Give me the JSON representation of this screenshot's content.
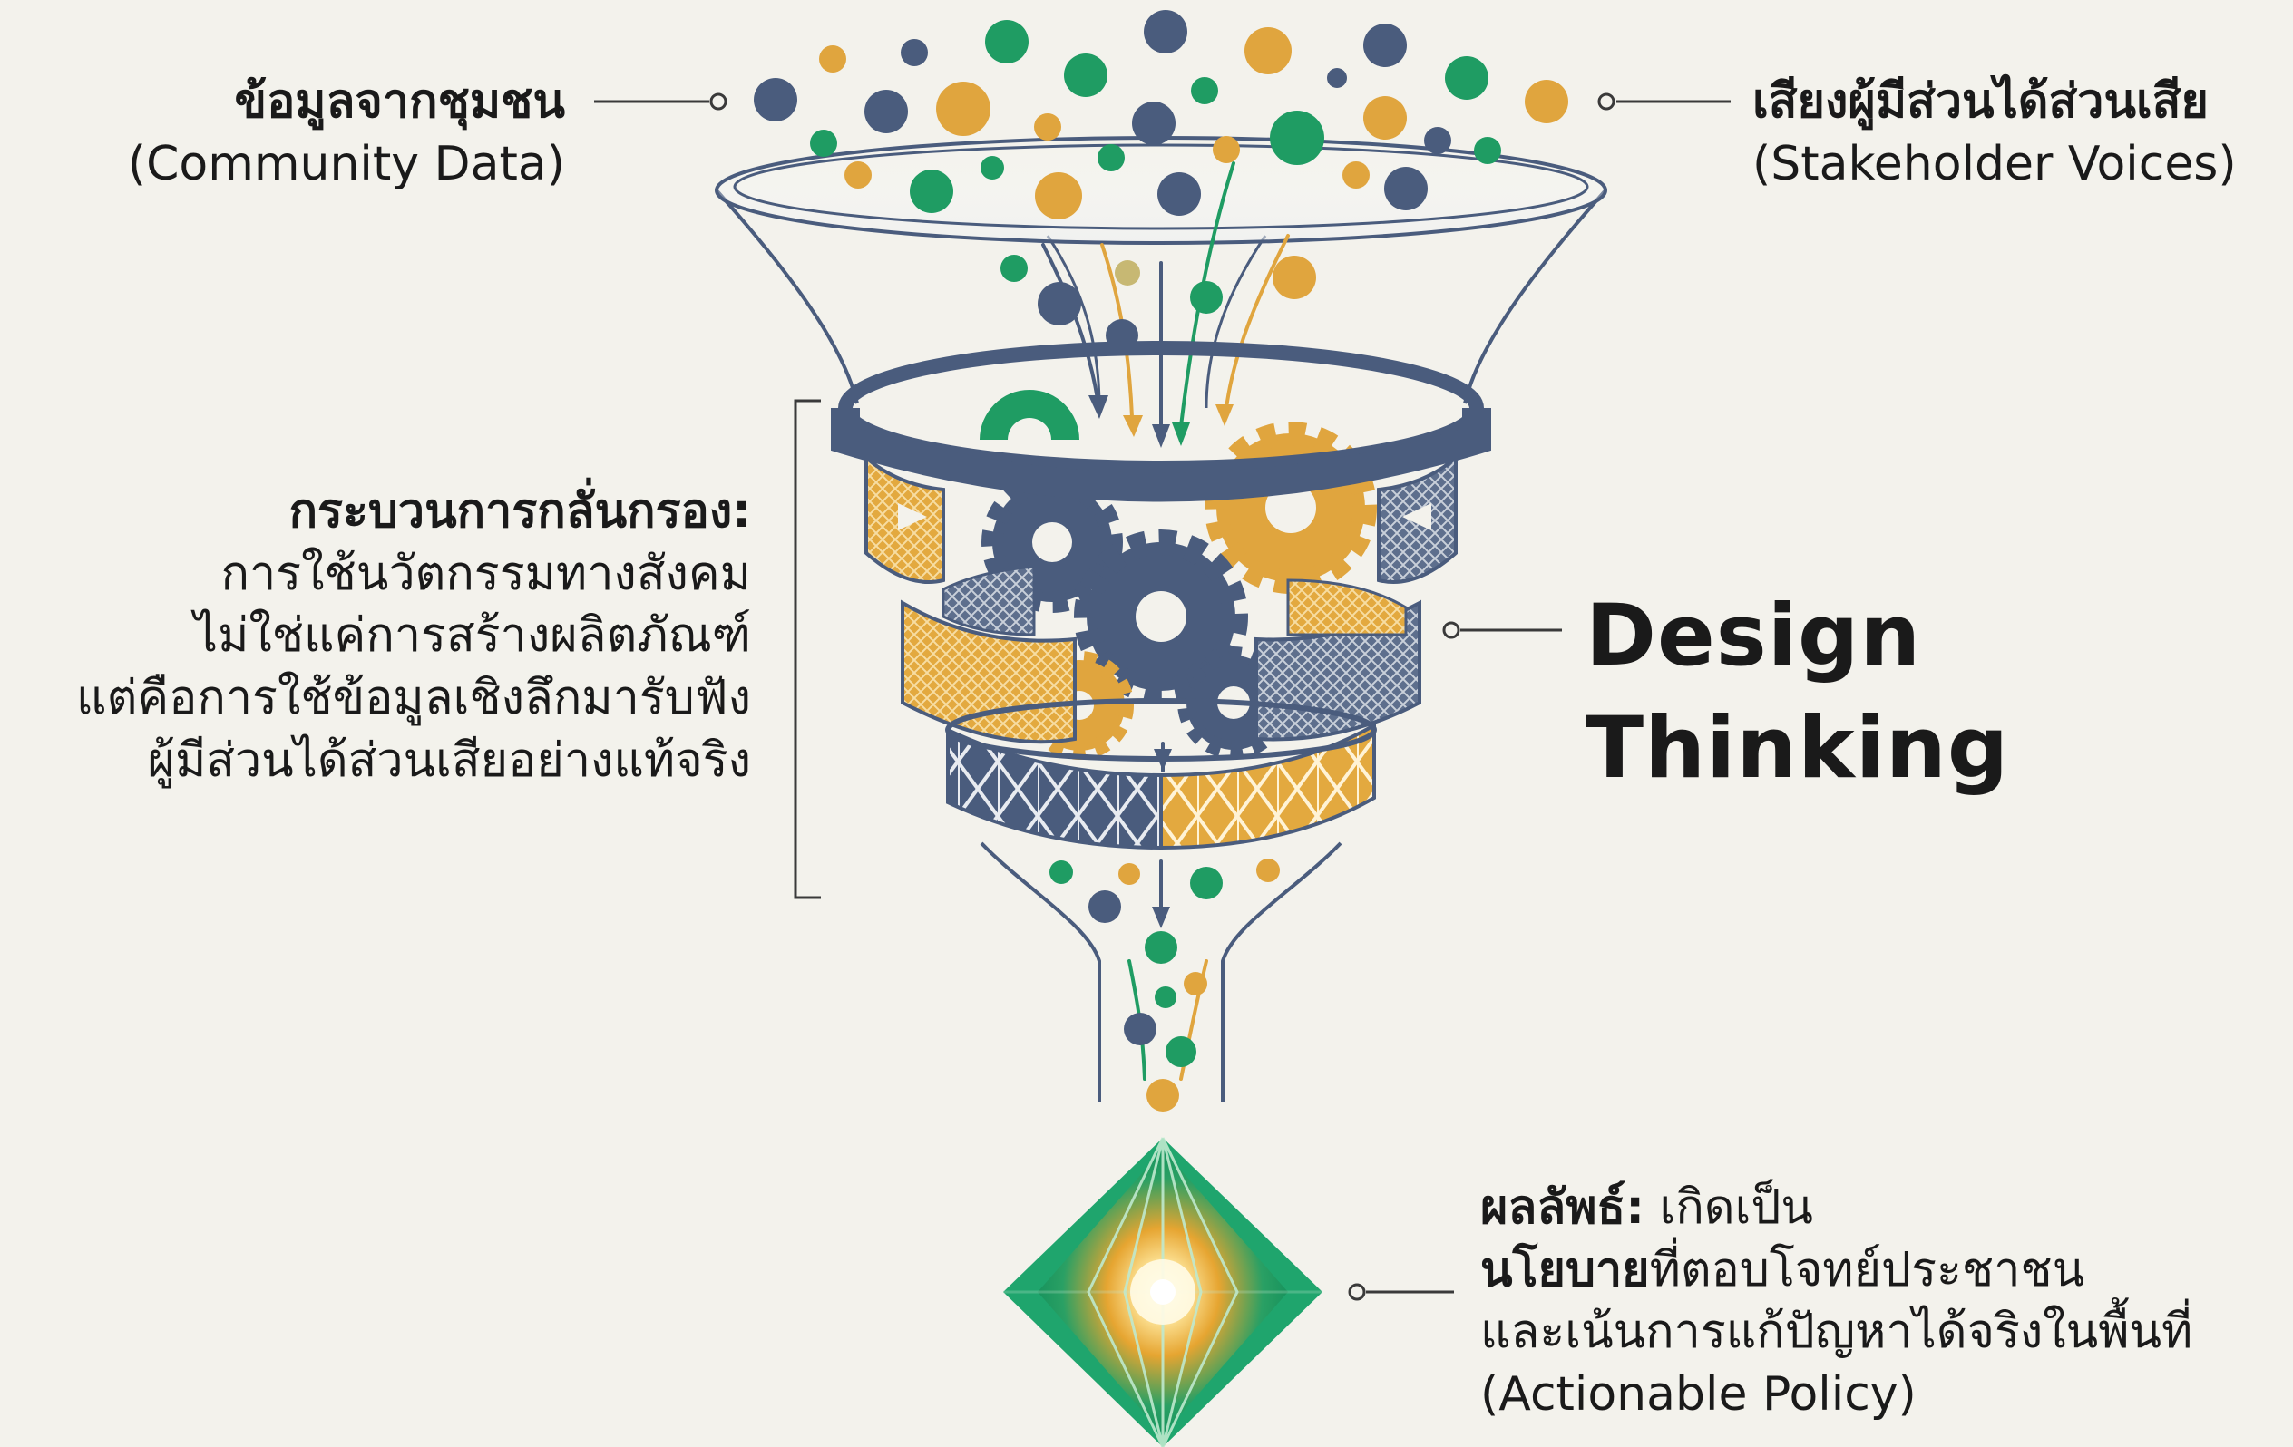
{
  "labels": {
    "community": {
      "title": "ข้อมูลจากชุมชน",
      "subtitle": "(Community Data)"
    },
    "stakeholder": {
      "title": "เสียงผู้มีส่วนได้ส่วนเสีย",
      "subtitle": "(Stakeholder Voices)"
    },
    "process": {
      "title": "กระบวนการกลั่นกรอง:",
      "line1": "การใช้นวัตกรรมทางสังคม",
      "line2": "ไม่ใช่แค่การสร้างผลิตภัณฑ์",
      "line3": "แต่คือการใช้ข้อมูลเชิงลึกมารับฟัง",
      "line4": "ผู้มีส่วนได้ส่วนเสียอย่างแท้จริง"
    },
    "design": "Design Thinking",
    "result": {
      "title": "ผลลัพธ์:",
      "title_rest": " เกิดเป็น",
      "policy_bold": "นโยบาย",
      "policy_rest": "ที่ตอบโจทย์ประชาชน",
      "line3": "และเน้นการแก้ปัญหาได้จริงในพื้นที่",
      "line4": "(Actionable Policy)"
    }
  },
  "icons": {
    "funnel": "funnel-icon",
    "gears": "gear-icon",
    "filter_rings": "filter-ring-icon",
    "gem": "diamond-gem-icon",
    "data_dots": "data-dot-icon"
  },
  "colors": {
    "background": "#f3f2ec",
    "navy": "#4a5c7d",
    "ochre": "#e0a53e",
    "green": "#1f9c63",
    "gem_green": "#1fa56d",
    "ink": "#1a1a1a"
  }
}
